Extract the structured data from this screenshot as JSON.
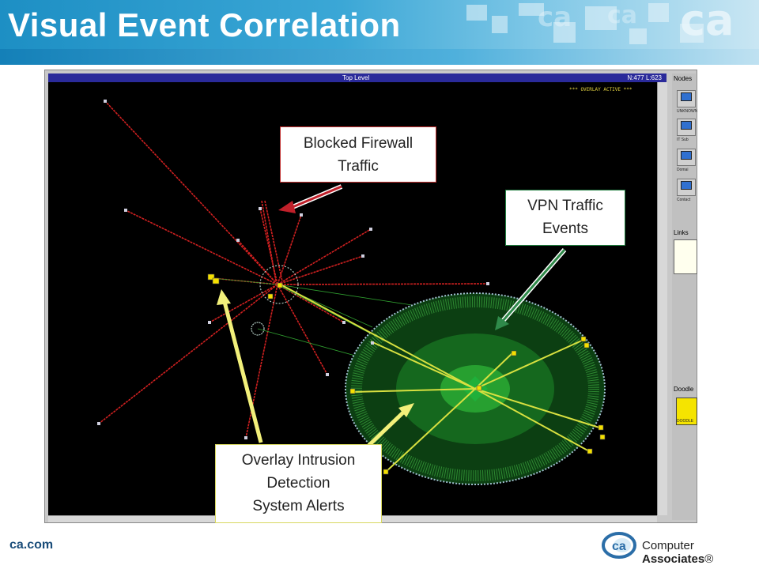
{
  "slide": {
    "title": "Visual Event Correlation",
    "footer_url": "ca.com",
    "brand_prefix": "Computer ",
    "brand_bold": "Associates",
    "brand_mark": "®",
    "logo_text": "ca"
  },
  "map_window": {
    "title": "Top Level",
    "counts": "N:477 L:623",
    "overlay_status": "*** OVERLAY ACTIVE ***"
  },
  "side_panel": {
    "nodes_label": "Nodes",
    "links_label": "Links",
    "doodle_label": "Doodle",
    "node_captions": [
      "UNKNOWN",
      "IT Sub",
      "Domai",
      "Contact"
    ],
    "doodle_caption": "DOODLE"
  },
  "callouts": {
    "firewall": [
      "Blocked Firewall",
      "Traffic"
    ],
    "vpn": [
      "VPN Traffic",
      "Events"
    ],
    "ids": [
      "Overlay Intrusion",
      "Detection",
      "System Alerts"
    ]
  },
  "colors": {
    "firewall_arrow": "#c0202a",
    "vpn_arrow": "#2f8a4a",
    "ids_arrow": "#f2f07a",
    "map_background": "#000000",
    "header_blue": "#1d8fc4"
  }
}
